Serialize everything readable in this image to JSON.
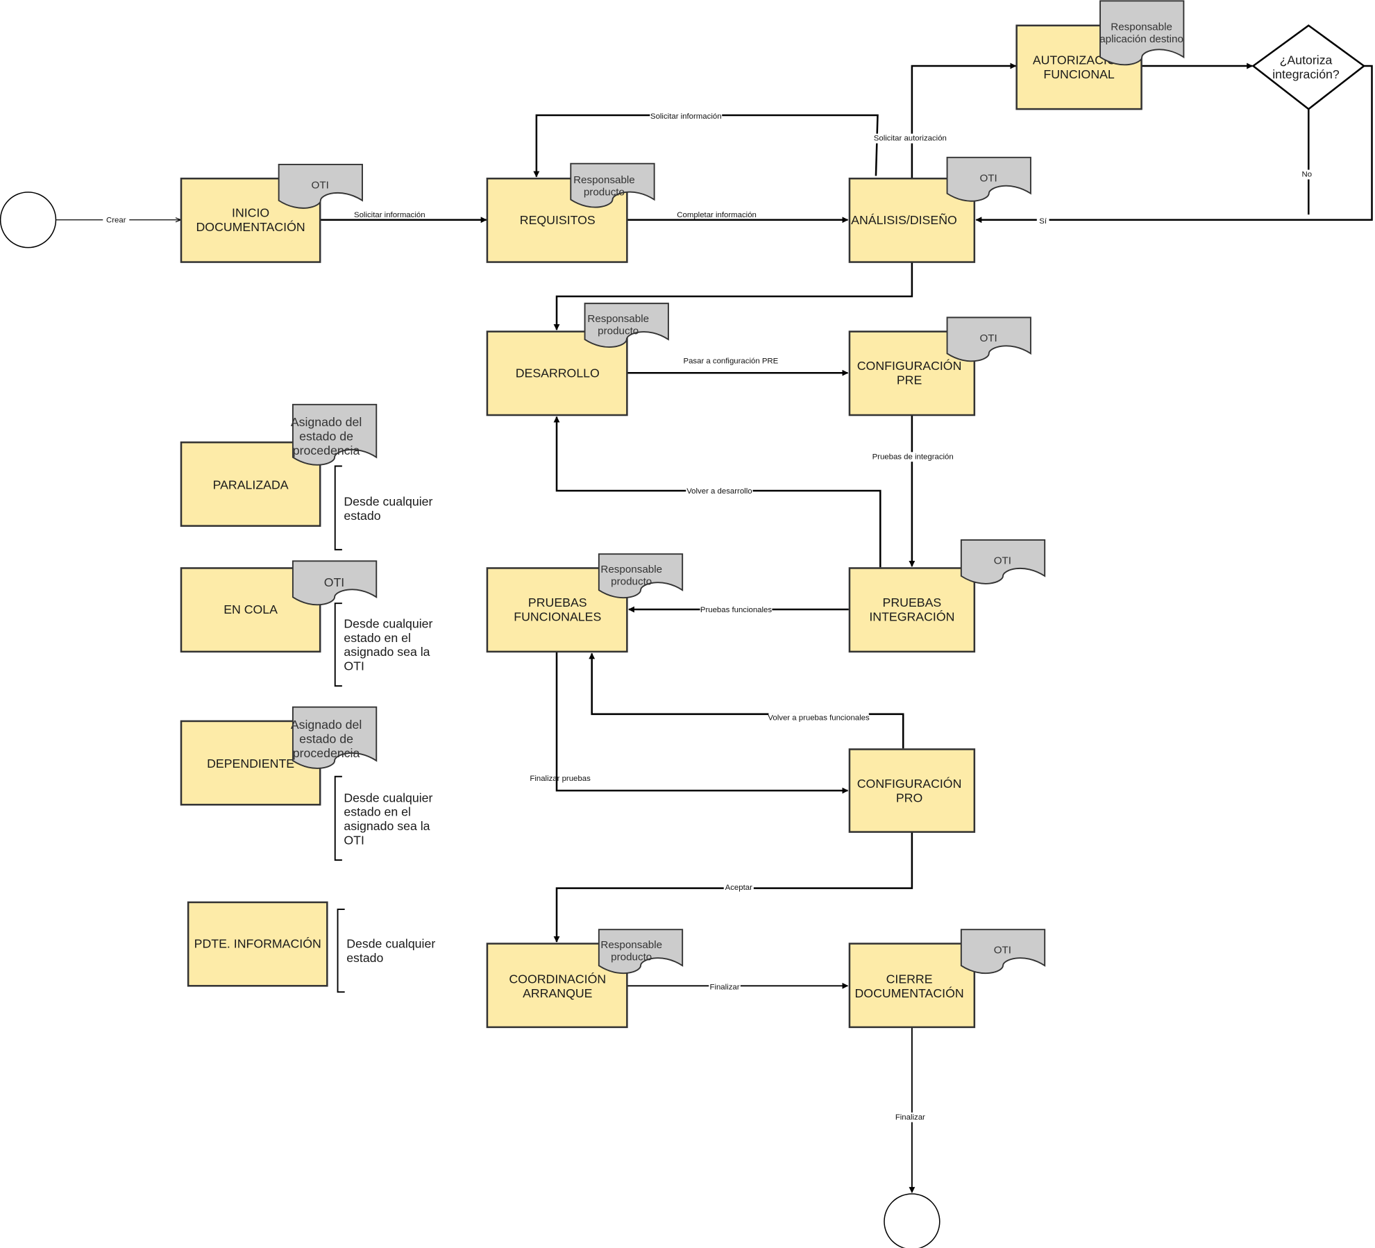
{
  "colors": {
    "state_fill": "#fdeba8",
    "state_stroke": "#333333",
    "note_fill": "#cccccc",
    "note_stroke": "#333333",
    "line": "#000000",
    "background": "#ffffff"
  },
  "states": {
    "inicio": "INICIO\nDOCUMENTACIÓN",
    "requisitos": "REQUISITOS",
    "analisis": "ANÁLISIS/DISEÑO",
    "autorizacion": "AUTORIZACIÓN\nFUNCIONAL",
    "desarrollo": "DESARROLLO",
    "config_pre": "CONFIGURACIÓN\nPRE",
    "paralizada": "PARALIZADA",
    "en_cola": "EN COLA",
    "pruebas_func": "PRUEBAS\nFUNCIONALES",
    "pruebas_int": "PRUEBAS\nINTEGRACIÓN",
    "dependiente": "DEPENDIENTE",
    "config_pro": "CONFIGURACIÓN\nPRO",
    "pdte_info": "PDTE. INFORMACIÓN",
    "coordinacion": "COORDINACIÓN\nARRANQUE",
    "cierre": "CIERRE\nDOCUMENTACIÓN"
  },
  "decision": "¿Autoriza\nintegración?",
  "notes": {
    "inicio": "OTI",
    "requisitos": "Responsable\nproducto",
    "analisis": "OTI",
    "autorizacion": "Responsable\naplicación destino",
    "desarrollo": "Responsable\nproducto",
    "config_pre": "OTI",
    "paralizada": "Asignado del\nestado de\nprocedencia",
    "en_cola": "OTI",
    "pruebas_func": "Responsable\nproducto",
    "pruebas_int": "OTI",
    "dependiente": "Asignado del\nestado de\nprocedencia",
    "coordinacion": "Responsable\nproducto",
    "cierre": "OTI"
  },
  "annotations": {
    "paralizada": "Desde cualquier\nestado",
    "en_cola": "Desde cualquier\nestado en el\nasignado sea la\nOTI",
    "dependiente": "Desde cualquier\nestado en el\nasignado sea la\nOTI",
    "pdte_info": "Desde cualquier\nestado"
  },
  "edges": {
    "crear": "Crear",
    "solicitar_info_1": "Solicitar información",
    "completar_info": "Completar información",
    "solicitar_info_2": "Solicitar información",
    "solicitar_autorizacion": "Solicitar autorización",
    "no": "No",
    "si": "Sí",
    "pasar_pre": "Pasar a configuración PRE",
    "pruebas_integracion": "Pruebas de integración",
    "volver_desarrollo": "Volver a desarrollo",
    "pruebas_funcionales": "Pruebas funcionales",
    "volver_pruebas_func": "Volver a pruebas funcionales",
    "finalizar_pruebas": "Finalizar pruebas",
    "aceptar": "Aceptar",
    "finalizar_1": "Finalizar",
    "finalizar_2": "Finalizar"
  }
}
